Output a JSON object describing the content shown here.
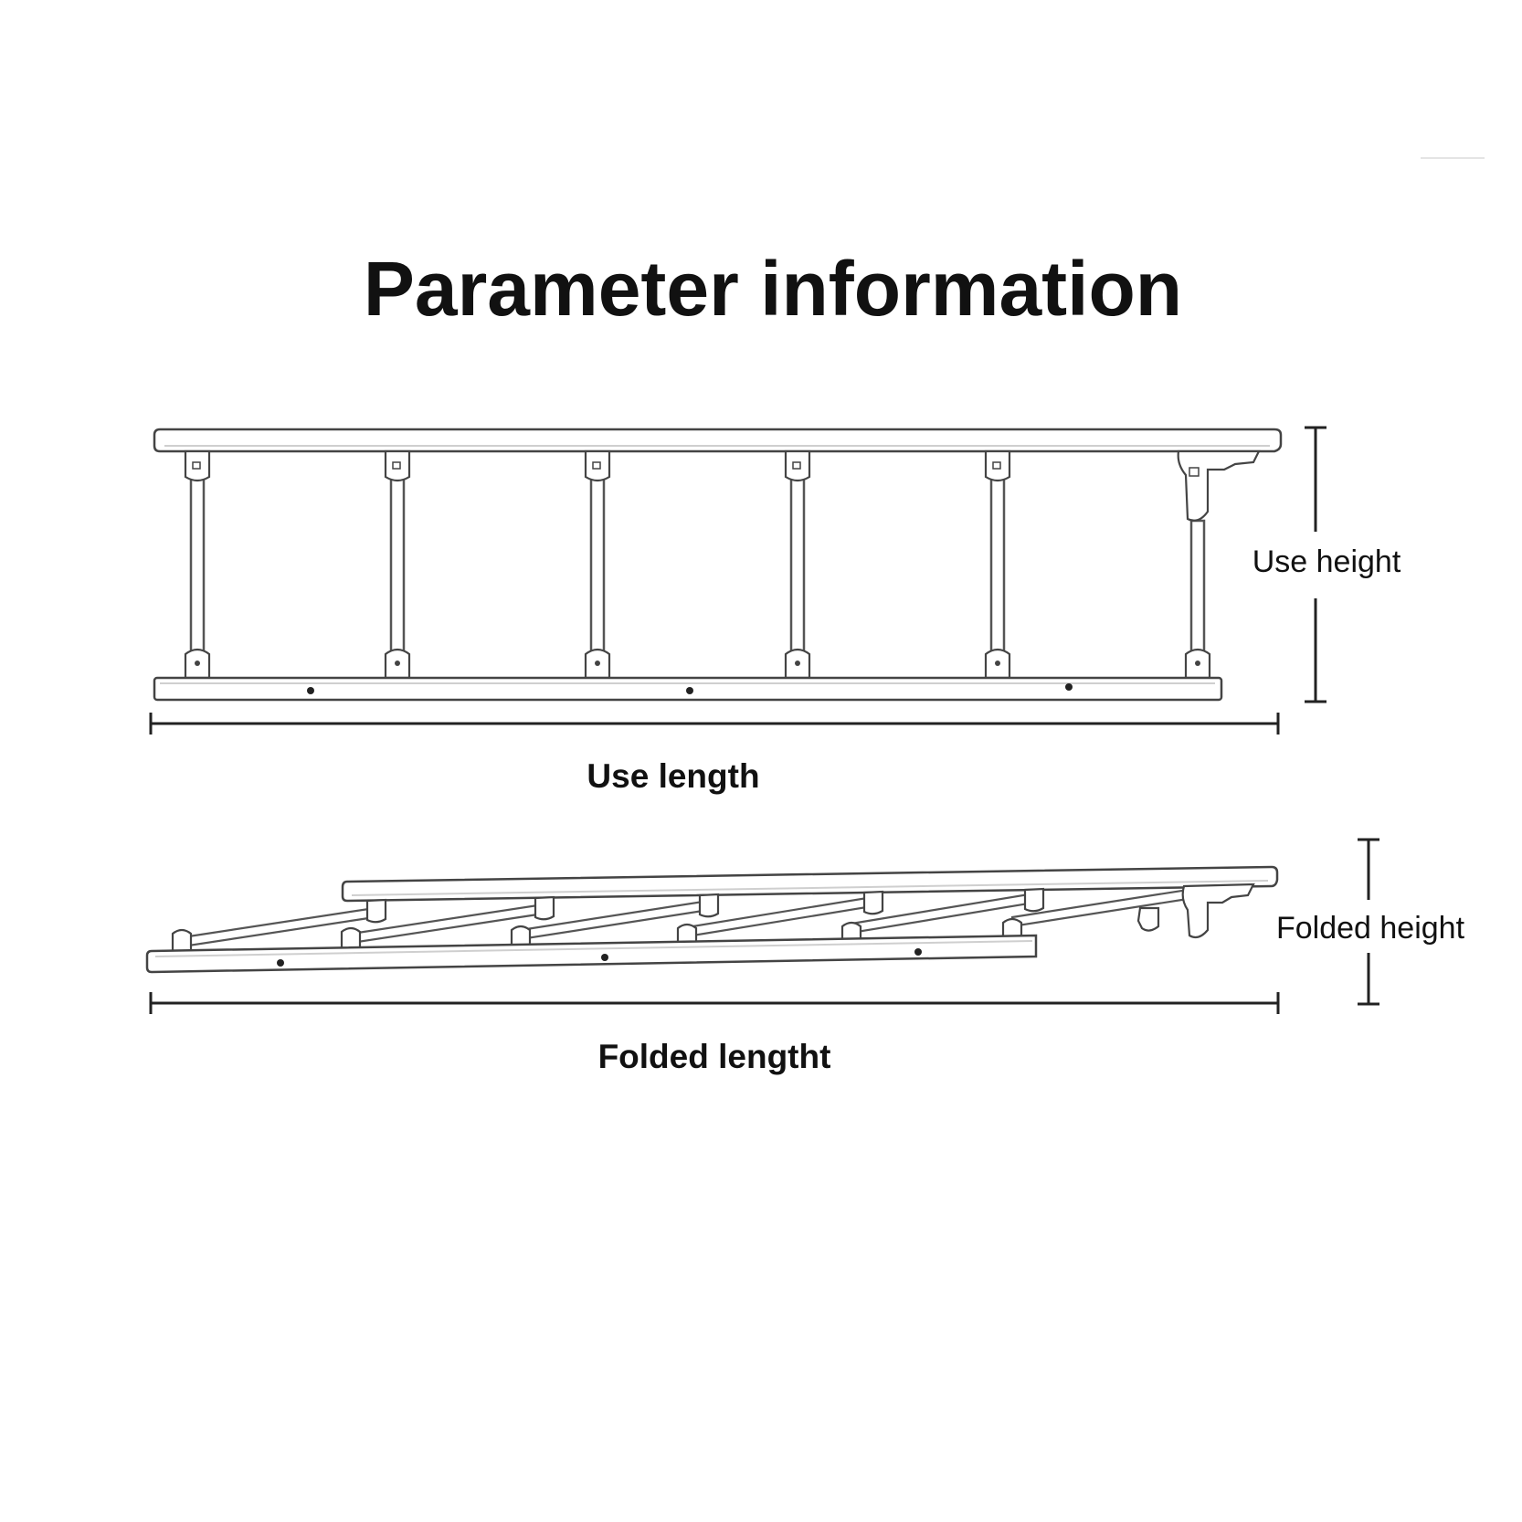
{
  "title": "Parameter information",
  "labels": {
    "use_height": "Use height",
    "use_length": "Use length",
    "folded_height": "Folded height",
    "folded_length": "Folded lengtht"
  },
  "colors": {
    "background": "#ffffff",
    "text": "#111111",
    "line": "#222222"
  }
}
